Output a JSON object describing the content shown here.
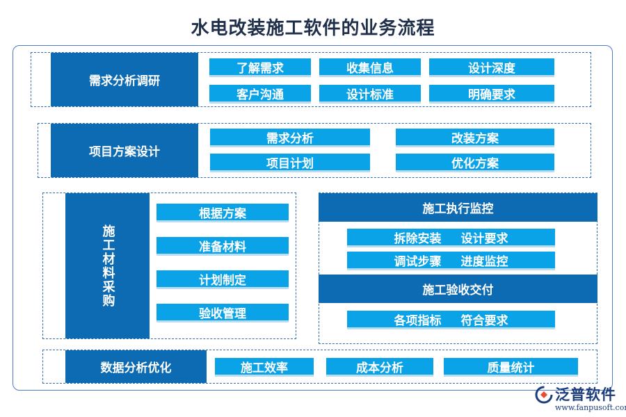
{
  "title": "水电改装施工软件的业务流程",
  "sections": {
    "demand": {
      "label": "需求分析调研",
      "items": [
        "了解需求",
        "收集信息",
        "设计深度",
        "客户沟通",
        "设计标准",
        "明确要求"
      ]
    },
    "design": {
      "label": "项目方案设计",
      "items": [
        "需求分析",
        "改装方案",
        "项目计划",
        "优化方案"
      ]
    },
    "procurement": {
      "label": "施工材料采购",
      "items": [
        "根据方案",
        "准备材料",
        "计划制定",
        "验收管理"
      ]
    },
    "monitoring": {
      "label": "施工执行监控",
      "rows": [
        [
          "拆除安装",
          "设计要求"
        ],
        [
          "调试步骤",
          "进度监控"
        ]
      ]
    },
    "acceptance": {
      "label": "施工验收交付",
      "rows": [
        [
          "各项指标",
          "符合要求"
        ]
      ]
    },
    "optimization": {
      "label": "数据分析优化",
      "items": [
        "施工效率",
        "成本分析",
        "质量统计"
      ]
    }
  },
  "logo": {
    "icon": "fanpu-logo-icon",
    "name": "泛普软件",
    "url": "www.fanpusoft.com"
  },
  "colors": {
    "dark_blue": "#0d6bb3",
    "light_blue": "#0aa3e8",
    "title": "#1f2f4a"
  }
}
